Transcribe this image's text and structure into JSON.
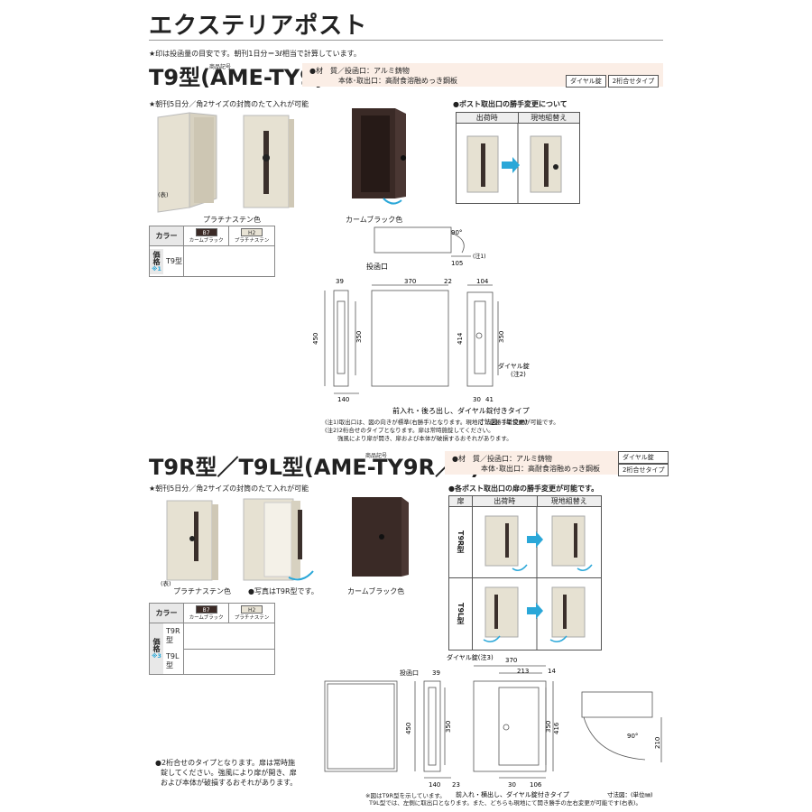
{
  "page": {
    "title": "エクステリアポスト",
    "top_note": "★印は投函量の目安です。朝刊1日分＝3ℓ相当で計算しています。"
  },
  "t9": {
    "product_code_label": "商品記号",
    "model": "T9型",
    "code": "(AME-TY9)",
    "material_line1": "●材　質／投函口：アルミ鋳物",
    "material_line2": "本体･取出口：高耐食溶融めっき鋼板",
    "tag1": "ダイヤル錠",
    "tag2": "2桁合せタイプ",
    "capacity": "★朝刊5日分／角2サイズの封筒のたて入れが可能",
    "front_label": "(表)",
    "color1": "プラチナステン色",
    "color2": "カームブラック色",
    "door_change_title": "●ポスト取出口の勝手変更について",
    "col_shipping": "出荷時",
    "col_onsite": "現地組替え",
    "color_table_head": "カラー",
    "chip_b7": "B7",
    "chip_b7_name": "カームブラック",
    "chip_h2": "H2",
    "chip_h2_name": "プラチナステン",
    "price_label": "価格",
    "price_note": "※1",
    "row_t9": "T9型",
    "insert_label": "投函口",
    "dial_label": "ダイヤル錠",
    "dial_note": "(注2)",
    "note1_label": "(注1)",
    "type_caption": "前入れ・後ろ出し、ダイヤル錠付きタイプ",
    "unit_caption": "寸法図：(単位㎜)",
    "dims": {
      "d39": "39",
      "d370": "370",
      "d22": "22",
      "d104": "104",
      "d450": "450",
      "d350a": "350",
      "d414": "414",
      "d350b": "350",
      "d140": "140",
      "d30": "30",
      "d41": "41",
      "d90": "90°",
      "d105": "105"
    },
    "footnote1": "(注1)取出口は、図の向きが標準(右勝手)となります。現地にて逆勝手に変更が可能です。",
    "footnote2": "(注2)2桁合せのタイプとなります。扉は常時施錠してください。",
    "footnote3": "強風により扉が開き、扉および本体が破損するおそれがあります。"
  },
  "t9rl": {
    "product_code_label": "商品記号",
    "model": "T9R型／T9L型",
    "code": "(AME-TY9R／L)",
    "material_line1": "●材　質／投函口：アルミ鋳物",
    "material_line2": "本体･取出口：高耐食溶融めっき鋼板",
    "tag1": "ダイヤル錠",
    "tag2": "2桁合せタイプ",
    "capacity": "★朝刊5日分／角2サイズの封筒のたて入れが可能",
    "front_label": "(表)",
    "color1": "プラチナステン色",
    "photo_note": "●写真はT9R型です。",
    "color2": "カームブラック色",
    "door_change_title": "●各ポスト取出口の扉の勝手変更が可能です。",
    "col_door": "扉",
    "col_shipping": "出荷時",
    "col_onsite": "現地組替え",
    "row_r": "T9R型",
    "row_l": "T9L型",
    "color_table_head": "カラー",
    "chip_b7": "B7",
    "chip_b7_name": "カームブラック",
    "chip_h2": "H2",
    "chip_h2_name": "プラチナステン",
    "price_label": "価格",
    "price_note": "※3",
    "row_t9r": "T9R型",
    "row_t9l": "T9L型",
    "note_line1": "●2桁合せのタイプとなります。扉は常時施",
    "note_line2": "錠してください。強風により扉が開き、扉",
    "note_line3": "および本体が破損するおそれがあります。",
    "dial_label": "ダイヤル錠(注3)",
    "insert_label": "投函口",
    "type_caption": "前入れ・横出し、ダイヤル錠付きタイプ",
    "unit_caption": "寸法図：(単位㎜)",
    "dims": {
      "d39": "39",
      "d370": "370",
      "d213": "213",
      "d14": "14",
      "d450": "450",
      "d350a": "350",
      "d350b": "350",
      "d416": "416",
      "d140": "140",
      "d23": "23",
      "d30": "30",
      "d106": "106",
      "d90": "90°",
      "d210": "210"
    },
    "footnote1": "※図はT9R型を示しています。",
    "footnote2": "T9L型では、左側に取出口となります。また、どちらも現地にて開き勝手の左右変更が可能です(右表)。"
  }
}
